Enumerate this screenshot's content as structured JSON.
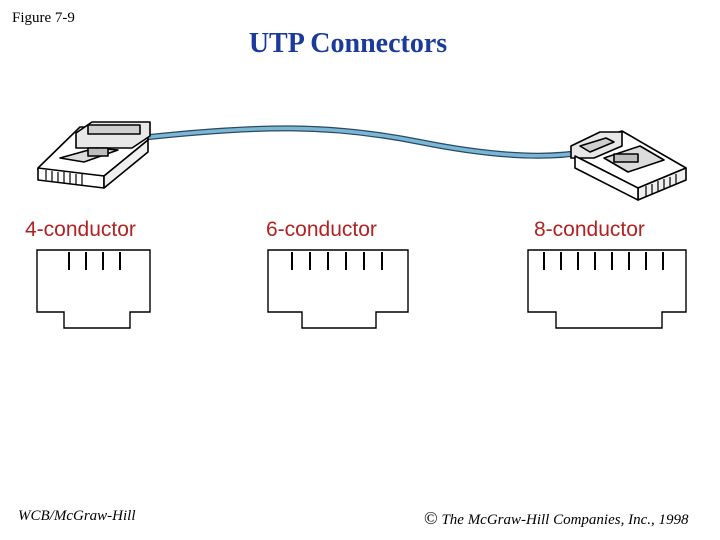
{
  "header": {
    "figure_label": "Figure 7-9",
    "title": "UTP Connectors"
  },
  "connectors": [
    {
      "label": "4-conductor",
      "pins": 4
    },
    {
      "label": "6-conductor",
      "pins": 6
    },
    {
      "label": "8-conductor",
      "pins": 8
    }
  ],
  "footer": {
    "publisher": "WCB/McGraw-Hill",
    "copyright_symbol": "©",
    "copyright": "The McGraw-Hill Companies, Inc., 1998"
  },
  "colors": {
    "title": "#1a3a9c",
    "conductor_label": "#b22222",
    "cable": "#6aa5c8"
  },
  "icons": [
    "rj-plug-left-icon",
    "rj-plug-right-icon",
    "cable-icon",
    "jack-outline-icon"
  ]
}
